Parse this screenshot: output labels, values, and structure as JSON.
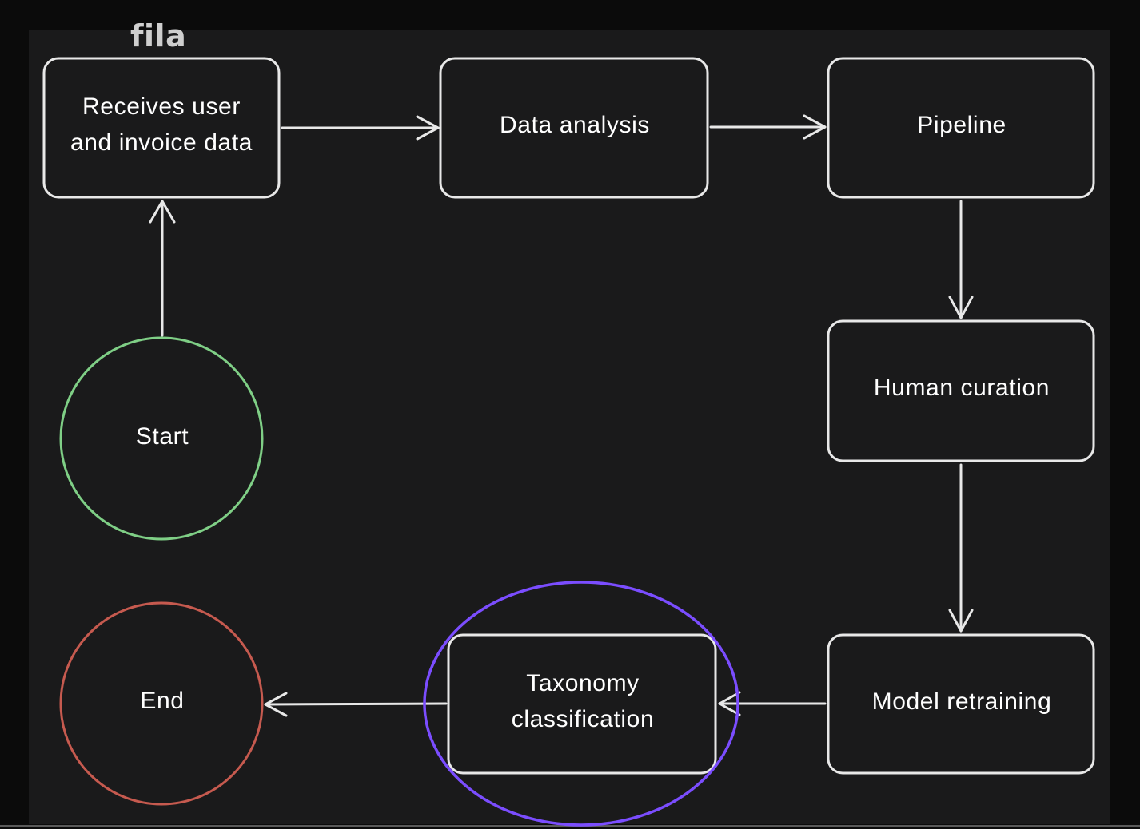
{
  "diagram": {
    "title": "fila",
    "nodes": {
      "start": "Start",
      "end": "End",
      "receives_line1": "Receives user",
      "receives_line2": "and invoice data",
      "data_analysis": "Data analysis",
      "pipeline": "Pipeline",
      "human_curation": "Human curation",
      "model_retraining": "Model retraining",
      "taxonomy_line1": "Taxonomy",
      "taxonomy_line2": "classification"
    },
    "colors": {
      "background": "#1a1a1b",
      "stroke": "#e8e8e8",
      "start_circle": "#7fcf86",
      "end_circle": "#c65a4f",
      "highlight_ellipse": "#7b4dff"
    }
  }
}
